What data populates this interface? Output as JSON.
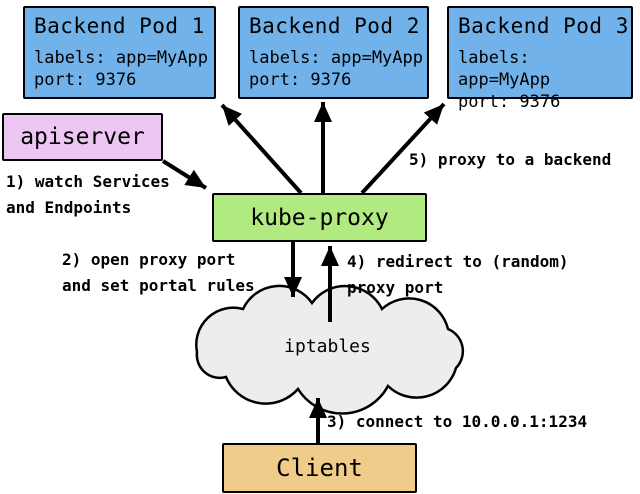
{
  "colors": {
    "pod_fill": "#70b2e9",
    "apiserver_fill": "#edc6f3",
    "kube_proxy_fill": "#b0ea80",
    "client_fill": "#f0cc8a",
    "cloud_fill": "#ededed",
    "line": "#000000",
    "text": "#000000",
    "background": "#ffffff"
  },
  "nodes": {
    "pods": [
      {
        "title": "Backend Pod 1",
        "labels": "labels: app=MyApp",
        "port": "port: 9376"
      },
      {
        "title": "Backend Pod 2",
        "labels": "labels: app=MyApp",
        "port": "port: 9376"
      },
      {
        "title": "Backend Pod 3",
        "labels": "labels: app=MyApp",
        "port": "port: 9376"
      }
    ],
    "apiserver": "apiserver",
    "kube_proxy": "kube-proxy",
    "iptables": "iptables",
    "client": "Client"
  },
  "annotations": {
    "step1_line1": "1) watch Services",
    "step1_line2": "and Endpoints",
    "step2_line1": "2) open proxy port",
    "step2_line2": "and set portal rules",
    "step3": "3) connect to 10.0.0.1:1234",
    "step4_line1": "4) redirect to (random)",
    "step4_line2": "proxy port",
    "step5": "5) proxy to a backend"
  }
}
